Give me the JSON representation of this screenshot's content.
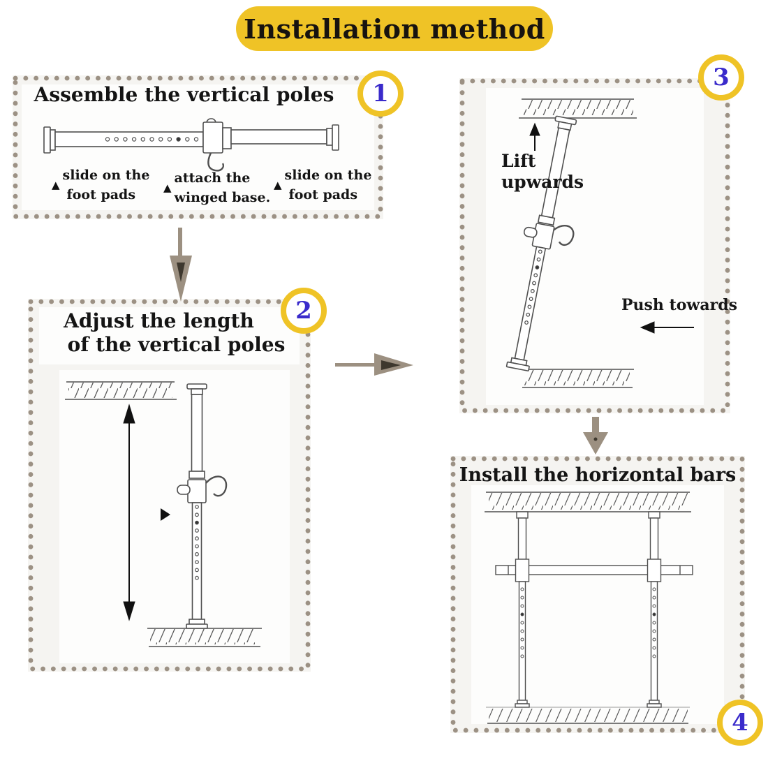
{
  "title": "Installation method",
  "colors": {
    "banner_yellow": "#EFC326",
    "badge_ring_yellow": "#EFC326",
    "badge_number_blue": "#3A2BCB",
    "dotted_border": "#9C9184",
    "flow_arrow": "#9C9081",
    "flow_arrow_inner": "#3E382E",
    "box_background": "#F5F4F1",
    "line_art": "#4F4F4F"
  },
  "step1": {
    "badge": "1",
    "heading": "Assemble the vertical poles",
    "labels": [
      {
        "marker": "▲",
        "line1": "slide on the",
        "line2": "foot pads"
      },
      {
        "marker": "▲",
        "line1": "attach the",
        "line2": "winged base."
      },
      {
        "marker": "▲",
        "line1": "slide on the",
        "line2": "foot pads"
      }
    ]
  },
  "step2": {
    "badge": "2",
    "heading_line1": "Adjust the length",
    "heading_line2": "of the vertical poles"
  },
  "step3": {
    "badge": "3",
    "lift_line1": "Lift",
    "lift_line2": "upwards",
    "push_label": "Push towards"
  },
  "step4": {
    "badge": "4",
    "heading": "Install the horizontal bars"
  }
}
